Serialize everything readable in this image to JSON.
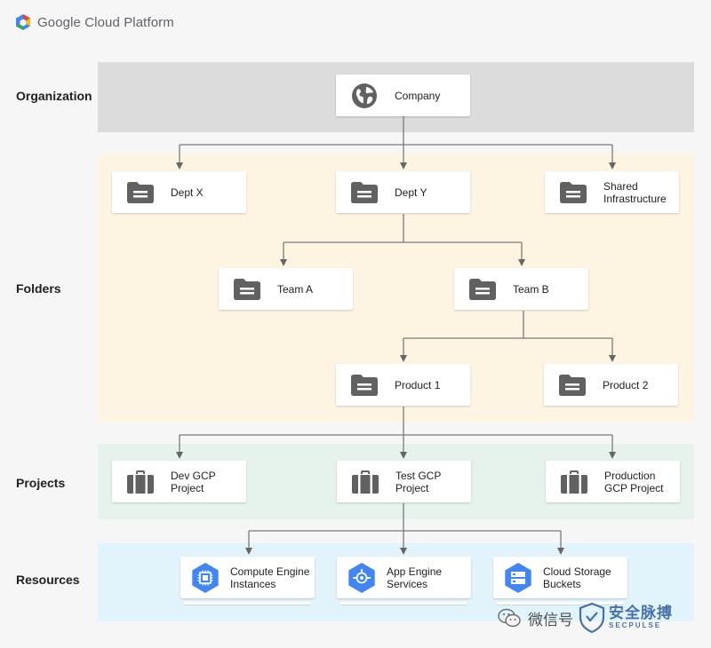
{
  "brand": {
    "logo_text": "Google Cloud Platform"
  },
  "levels": {
    "organization": "Organization",
    "folders": "Folders",
    "projects": "Projects",
    "resources": "Resources"
  },
  "nodes": {
    "company": {
      "label": "Company",
      "icon": "globe-icon"
    },
    "dept_x": {
      "label": "Dept X",
      "icon": "folder-icon"
    },
    "dept_y": {
      "label": "Dept Y",
      "icon": "folder-icon"
    },
    "shared_infra": {
      "label": "Shared\nInfrastructure",
      "icon": "folder-icon"
    },
    "team_a": {
      "label": "Team A",
      "icon": "folder-icon"
    },
    "team_b": {
      "label": "Team B",
      "icon": "folder-icon"
    },
    "product_1": {
      "label": "Product 1",
      "icon": "folder-icon"
    },
    "product_2": {
      "label": "Product 2",
      "icon": "folder-icon"
    },
    "dev_project": {
      "label": "Dev GCP\nProject",
      "icon": "briefcase-icon"
    },
    "test_project": {
      "label": "Test GCP\nProject",
      "icon": "briefcase-icon"
    },
    "prod_project": {
      "label": "Production\nGCP Project",
      "icon": "briefcase-icon"
    },
    "compute_engine": {
      "label": "Compute Engine\nInstances",
      "icon": "compute-engine-icon"
    },
    "app_engine": {
      "label": "App Engine\nServices",
      "icon": "app-engine-icon"
    },
    "cloud_storage": {
      "label": "Cloud Storage\nBuckets",
      "icon": "cloud-storage-icon"
    }
  },
  "watermark": {
    "channel_label": "微信号",
    "brand_main": "安全脉搏",
    "brand_sub": "SECPULSE"
  },
  "colors": {
    "org_band": "#dcdcdc",
    "folders_band": "#fdf5e2",
    "projects_band": "#e6f3ec",
    "resources_band": "#e2f4fb",
    "icon_gray": "#616161",
    "gcp_blue": "#4285f4"
  }
}
